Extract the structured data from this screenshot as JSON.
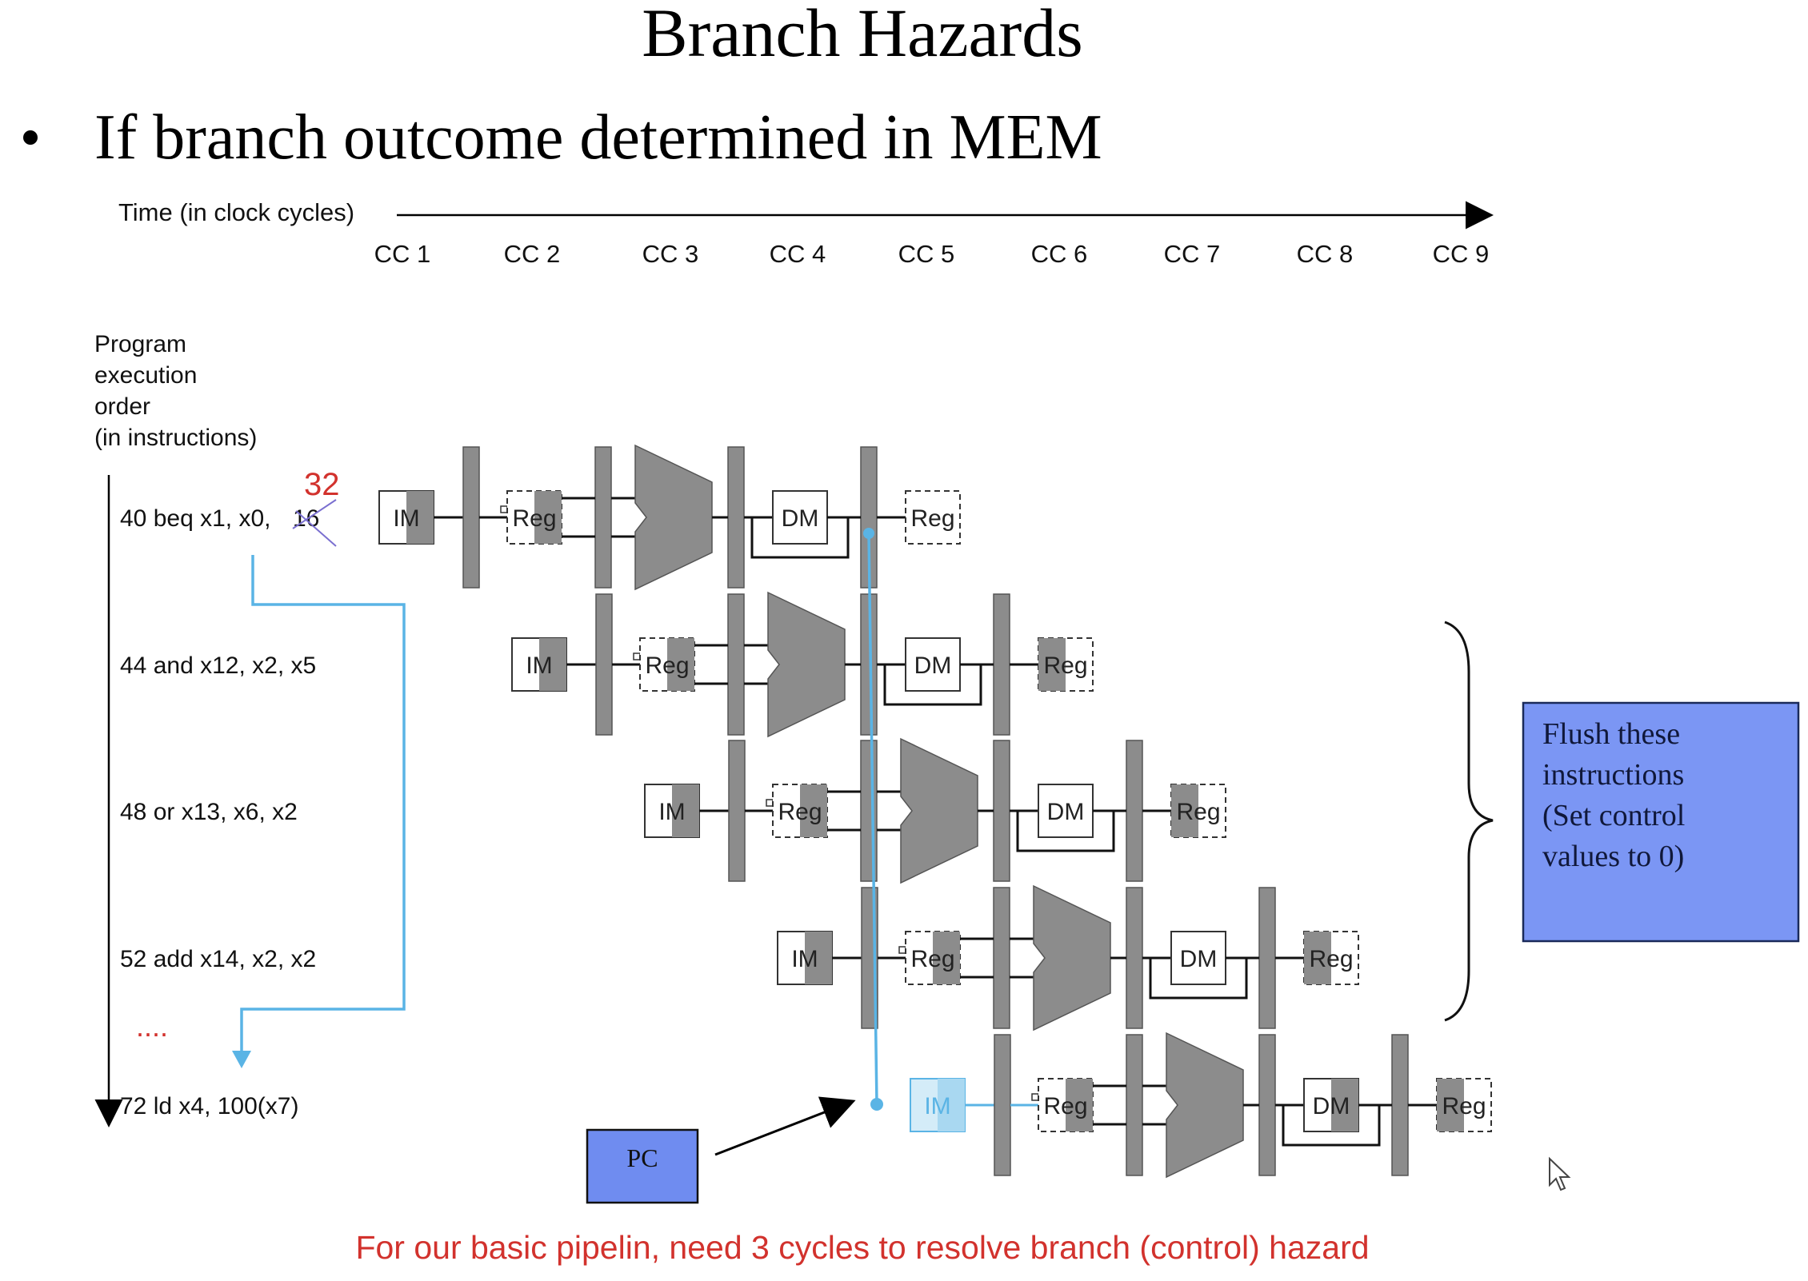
{
  "title": "Branch Hazards",
  "bullet": "If branch outcome determined in MEM",
  "time_axis": {
    "label": "Time (in clock cycles)",
    "cycles": [
      "CC 1",
      "CC 2",
      "CC 3",
      "CC 4",
      "CC 5",
      "CC 6",
      "CC 7",
      "CC 8",
      "CC 9"
    ]
  },
  "program_order_label": [
    "Program",
    "execution",
    "order",
    "(in instructions)"
  ],
  "instructions": [
    {
      "text": "40 beq x1, x0, ",
      "struck": "16",
      "correction": "32"
    },
    {
      "text": "44 and x12, x2, x5"
    },
    {
      "text": "48 or x13, x6, x2"
    },
    {
      "text": "52 add x14, x2, x2"
    },
    {
      "text": "72 ld x4, 100(x7)"
    }
  ],
  "ellipsis": "....",
  "stages": {
    "im": "IM",
    "reg": "Reg",
    "dm": "DM"
  },
  "flush_box": {
    "lines": [
      "Flush these",
      "instructions",
      "(Set control",
      "values to 0)"
    ],
    "color": "#7b96f4"
  },
  "pc_box": {
    "label": "PC",
    "color": "#6f8cf0"
  },
  "footer": "For our basic pipelin, need 3 cycles to resolve branch (control) hazard",
  "colors": {
    "highlight": "#5ab4e5",
    "annotation_red": "#d2322d",
    "stage_gray": "#8c8c8c"
  }
}
